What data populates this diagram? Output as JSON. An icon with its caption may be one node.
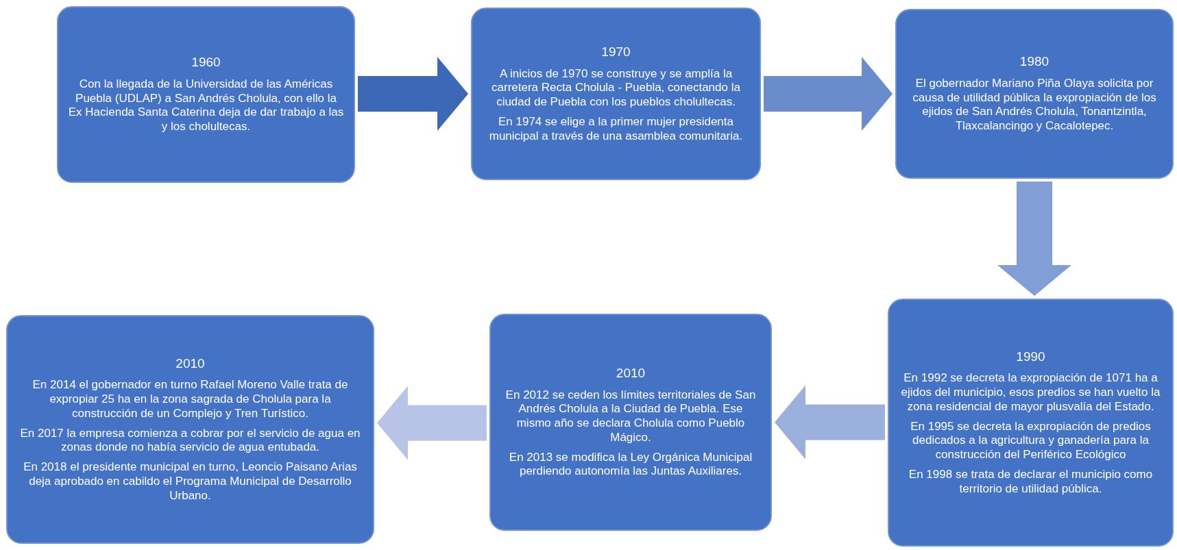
{
  "diagram": {
    "nodes": [
      {
        "text": [
          "1960",
          "Con la llegada de la Universidad de las Américas Puebla (UDLAP) a San Andrés Cholula, con ello la Ex Hacienda Santa Caterina deja de dar trabajo a las y los cholultecas."
        ]
      },
      {
        "text": [
          "1970",
          "A inicios de 1970 se construye y se amplía la carretera Recta Cholula - Puebla, conectando la ciudad de Puebla con los pueblos cholultecas.",
          "En 1974 se elige a la primer mujer presidenta municipal a través de una asamblea comunitaria."
        ]
      },
      {
        "text": [
          "1980",
          "El gobernador Mariano Piña Olaya solicita por causa de utilidad pública la expropiación de los ejidos de San Andrés Cholula, Tonantzintla, Tlaxcalancingo y Cacalotepec."
        ]
      },
      {
        "text": [
          "1990",
          "En 1992 se decreta la expropiación de 1071 ha a ejidos del municipio, esos predios se han vuelto la zona residencial de mayor plusvalía del Estado.",
          "En 1995 se decreta la expropiación de predios dedicados a la agricultura y ganadería para la construcción del Periférico Ecológico",
          "En 1998 se trata de declarar el municipio como territorio de utilidad pública."
        ]
      },
      {
        "text": [
          "2010",
          "En 2012 se ceden los límites territoriales de San Andrés Cholula a la Ciudad de Puebla. Ese mismo año se declara Cholula como Pueblo Mágico.",
          "En 2013 se modifica la Ley Orgánica Municipal perdiendo autonomía las Juntas Auxiliares."
        ]
      },
      {
        "text": [
          "2010",
          "En 2014 el gobernador en turno Rafael Moreno Valle trata de expropiar 25 ha en la zona sagrada de Cholula para la construcción de un Complejo y Tren Turístico.",
          "En 2017 la empresa comienza a cobrar por el servicio de agua en zonas donde no había servicio de agua entubada.",
          "En 2018 el presidente municipal en turno, Leoncio Paisano Arias deja aprobado en cabildo el Programa Municipal de Desarrollo Urbano."
        ]
      }
    ],
    "edges": [
      {
        "from": 0,
        "to": 1,
        "arrow": "to",
        "color": "#3d68b8"
      },
      {
        "from": 1,
        "to": 2,
        "arrow": "to",
        "color": "#6a8ccd"
      },
      {
        "from": 2,
        "to": 3,
        "arrow": "to",
        "color": "#819fd6"
      },
      {
        "from": 3,
        "to": 4,
        "arrow": "to",
        "color": "#9cb0de"
      },
      {
        "from": 4,
        "to": 5,
        "arrow": "to",
        "color": "#b7c4e6"
      }
    ]
  }
}
